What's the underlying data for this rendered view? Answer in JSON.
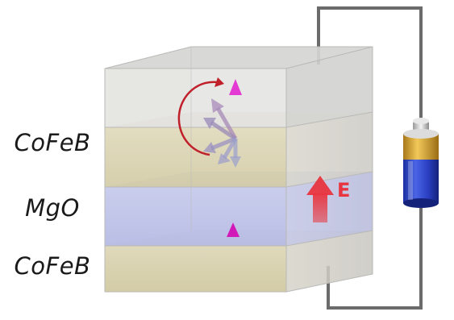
{
  "layers": {
    "top": "CoFeB",
    "middle": "MgO",
    "bottom": "CoFeB"
  },
  "field_label": "E",
  "colors": {
    "cofeb_fill": "#d9d2b0",
    "mgo_fill": "#b8bde6",
    "magnetization_arrow": "#d21ab8",
    "field_arrow": "#e8353f",
    "rotation_arc": "#c0202a",
    "wire": "#6b6b6b",
    "battery_body": "#2b44c8",
    "battery_cap": "#d4a22b"
  }
}
